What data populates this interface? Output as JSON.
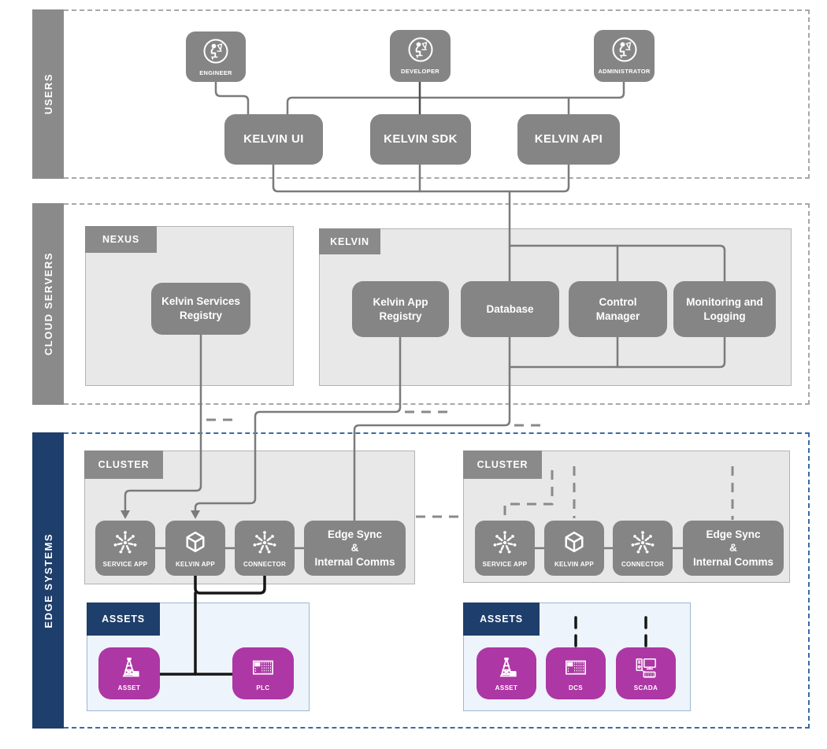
{
  "bands": {
    "users": {
      "label": "USERS"
    },
    "cloud": {
      "label": "CLOUD SERVERS"
    },
    "edge": {
      "label": "EDGE SYSTEMS"
    }
  },
  "users": {
    "actors": [
      {
        "label": "ENGINEER"
      },
      {
        "label": "DEVELOPER"
      },
      {
        "label": "ADMINISTRATOR"
      }
    ],
    "apps": [
      {
        "label": "KELVIN UI"
      },
      {
        "label": "KELVIN SDK"
      },
      {
        "label": "KELVIN API"
      }
    ]
  },
  "cloud": {
    "nexus": {
      "tab": "NEXUS",
      "services": [
        {
          "label": "Kelvin Services Registry"
        }
      ]
    },
    "kelvin": {
      "tab": "KELVIN",
      "services": [
        {
          "label": "Kelvin App Registry"
        },
        {
          "label": "Database"
        },
        {
          "label": "Control Manager"
        },
        {
          "label": "Monitoring and Logging"
        }
      ]
    }
  },
  "edge": {
    "clusters": [
      {
        "tab": "CLUSTER",
        "nodes": [
          {
            "label": "SERVICE APP"
          },
          {
            "label": "KELVIN APP"
          },
          {
            "label": "CONNECTOR"
          }
        ],
        "edge_sync": {
          "lines": [
            "Edge Sync",
            "&",
            "Internal Comms"
          ]
        }
      },
      {
        "tab": "CLUSTER",
        "nodes": [
          {
            "label": "SERVICE APP"
          },
          {
            "label": "KELVIN APP"
          },
          {
            "label": "CONNECTOR"
          }
        ],
        "edge_sync": {
          "lines": [
            "Edge Sync",
            "&",
            "Internal Comms"
          ]
        }
      }
    ],
    "assets": [
      {
        "tab": "ASSETS",
        "items": [
          {
            "label": "ASSET"
          },
          {
            "label": "PLC"
          }
        ]
      },
      {
        "tab": "ASSETS",
        "items": [
          {
            "label": "ASSET"
          },
          {
            "label": "DCS"
          },
          {
            "label": "SCADA"
          }
        ]
      }
    ]
  },
  "icons": {
    "actor": "seated-user-icon",
    "service_app": "hub-burst-icon",
    "kelvin_app": "cube-icon",
    "connector": "hub-burst-icon",
    "asset": "oil-derrick-icon",
    "plc": "plc-rack-icon",
    "dcs": "plc-rack-icon",
    "scada": "workstation-icon"
  },
  "colors": {
    "node_gray": "#858585",
    "container_gray": "#e8e8e8",
    "navy": "#1e3e6b",
    "magenta": "#ad37a4",
    "edge_band_border": "#3b6aa5",
    "asset_panel_bg": "#eef4fb",
    "asset_panel_border": "#9db8d6",
    "line_gray": "#7b7b7b",
    "line_black": "#161616"
  }
}
